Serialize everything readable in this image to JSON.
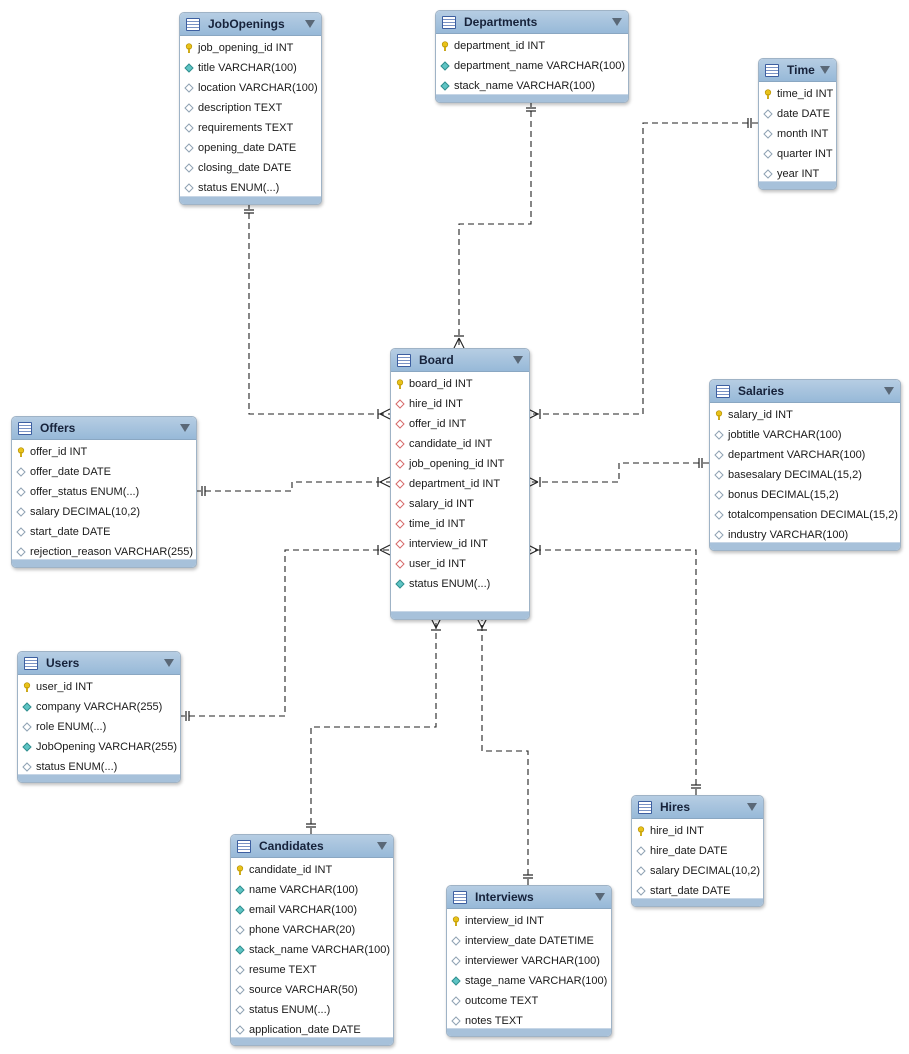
{
  "tables": [
    {
      "id": "jobopenings",
      "title": "JobOpenings",
      "columns": [
        {
          "name": "job_opening_id INT",
          "kind": "pk"
        },
        {
          "name": "title VARCHAR(100)",
          "kind": "nn"
        },
        {
          "name": "location VARCHAR(100)",
          "kind": "col"
        },
        {
          "name": "description TEXT",
          "kind": "col"
        },
        {
          "name": "requirements TEXT",
          "kind": "col"
        },
        {
          "name": "opening_date DATE",
          "kind": "col"
        },
        {
          "name": "closing_date DATE",
          "kind": "col"
        },
        {
          "name": "status ENUM(...)",
          "kind": "col"
        }
      ]
    },
    {
      "id": "departments",
      "title": "Departments",
      "columns": [
        {
          "name": "department_id INT",
          "kind": "pk"
        },
        {
          "name": "department_name VARCHAR(100)",
          "kind": "nn"
        },
        {
          "name": "stack_name VARCHAR(100)",
          "kind": "nn"
        }
      ]
    },
    {
      "id": "time",
      "title": "Time",
      "columns": [
        {
          "name": "time_id INT",
          "kind": "pk"
        },
        {
          "name": "date DATE",
          "kind": "col"
        },
        {
          "name": "month INT",
          "kind": "col"
        },
        {
          "name": "quarter INT",
          "kind": "col"
        },
        {
          "name": "year INT",
          "kind": "col"
        }
      ]
    },
    {
      "id": "board",
      "title": "Board",
      "columns": [
        {
          "name": "board_id INT",
          "kind": "pk"
        },
        {
          "name": "hire_id INT",
          "kind": "fk"
        },
        {
          "name": "offer_id INT",
          "kind": "fk"
        },
        {
          "name": "candidate_id INT",
          "kind": "fk"
        },
        {
          "name": "job_opening_id INT",
          "kind": "fk"
        },
        {
          "name": "department_id INT",
          "kind": "fk"
        },
        {
          "name": "salary_id INT",
          "kind": "fk"
        },
        {
          "name": "time_id INT",
          "kind": "fk"
        },
        {
          "name": "interview_id INT",
          "kind": "fk"
        },
        {
          "name": "user_id INT",
          "kind": "fk"
        },
        {
          "name": "status ENUM(...)",
          "kind": "nn"
        }
      ]
    },
    {
      "id": "offers",
      "title": "Offers",
      "columns": [
        {
          "name": "offer_id INT",
          "kind": "pk"
        },
        {
          "name": "offer_date DATE",
          "kind": "col"
        },
        {
          "name": "offer_status ENUM(...)",
          "kind": "col"
        },
        {
          "name": "salary DECIMAL(10,2)",
          "kind": "col"
        },
        {
          "name": "start_date DATE",
          "kind": "col"
        },
        {
          "name": "rejection_reason VARCHAR(255)",
          "kind": "col"
        }
      ]
    },
    {
      "id": "salaries",
      "title": "Salaries",
      "columns": [
        {
          "name": "salary_id INT",
          "kind": "pk"
        },
        {
          "name": "jobtitle VARCHAR(100)",
          "kind": "col"
        },
        {
          "name": "department VARCHAR(100)",
          "kind": "col"
        },
        {
          "name": "basesalary DECIMAL(15,2)",
          "kind": "col"
        },
        {
          "name": "bonus DECIMAL(15,2)",
          "kind": "col"
        },
        {
          "name": "totalcompensation DECIMAL(15,2)",
          "kind": "col"
        },
        {
          "name": "industry VARCHAR(100)",
          "kind": "col"
        }
      ]
    },
    {
      "id": "users",
      "title": "Users",
      "columns": [
        {
          "name": "user_id INT",
          "kind": "pk"
        },
        {
          "name": "company VARCHAR(255)",
          "kind": "nn"
        },
        {
          "name": "role ENUM(...)",
          "kind": "col"
        },
        {
          "name": "JobOpening VARCHAR(255)",
          "kind": "nn"
        },
        {
          "name": "status ENUM(...)",
          "kind": "col"
        }
      ]
    },
    {
      "id": "candidates",
      "title": "Candidates",
      "columns": [
        {
          "name": "candidate_id INT",
          "kind": "pk"
        },
        {
          "name": "name VARCHAR(100)",
          "kind": "nn"
        },
        {
          "name": "email VARCHAR(100)",
          "kind": "nn"
        },
        {
          "name": "phone VARCHAR(20)",
          "kind": "col"
        },
        {
          "name": "stack_name VARCHAR(100)",
          "kind": "nn"
        },
        {
          "name": "resume TEXT",
          "kind": "col"
        },
        {
          "name": "source VARCHAR(50)",
          "kind": "col"
        },
        {
          "name": "status ENUM(...)",
          "kind": "col"
        },
        {
          "name": "application_date DATE",
          "kind": "col"
        }
      ]
    },
    {
      "id": "interviews",
      "title": "Interviews",
      "columns": [
        {
          "name": "interview_id INT",
          "kind": "pk"
        },
        {
          "name": "interview_date DATETIME",
          "kind": "col"
        },
        {
          "name": "interviewer VARCHAR(100)",
          "kind": "col"
        },
        {
          "name": "stage_name VARCHAR(100)",
          "kind": "nn"
        },
        {
          "name": "outcome TEXT",
          "kind": "col"
        },
        {
          "name": "notes TEXT",
          "kind": "col"
        }
      ]
    },
    {
      "id": "hires",
      "title": "Hires",
      "columns": [
        {
          "name": "hire_id INT",
          "kind": "pk"
        },
        {
          "name": "hire_date DATE",
          "kind": "col"
        },
        {
          "name": "salary DECIMAL(10,2)",
          "kind": "col"
        },
        {
          "name": "start_date DATE",
          "kind": "col"
        }
      ]
    }
  ],
  "relationships": [
    {
      "from": "jobopenings",
      "to": "board",
      "from_card": "one-and-only-one",
      "to_card": "one-or-many"
    },
    {
      "from": "departments",
      "to": "board",
      "from_card": "one-and-only-one",
      "to_card": "one-or-many"
    },
    {
      "from": "time",
      "to": "board",
      "from_card": "one-and-only-one",
      "to_card": "one-or-many"
    },
    {
      "from": "offers",
      "to": "board",
      "from_card": "one-and-only-one",
      "to_card": "one-or-many"
    },
    {
      "from": "salaries",
      "to": "board",
      "from_card": "one-and-only-one",
      "to_card": "one-or-many"
    },
    {
      "from": "users",
      "to": "board",
      "from_card": "one-and-only-one",
      "to_card": "one-or-many"
    },
    {
      "from": "hires",
      "to": "board",
      "from_card": "one-and-only-one",
      "to_card": "one-or-many"
    },
    {
      "from": "candidates",
      "to": "board",
      "from_card": "one-and-only-one",
      "to_card": "one-or-many"
    },
    {
      "from": "interviews",
      "to": "board",
      "from_card": "one-and-only-one",
      "to_card": "one-or-many"
    }
  ],
  "colors": {
    "header": "#a3c2de",
    "line": "#222222",
    "pk_key": "#e8c21a",
    "nn_diamond": "#5fc4c4",
    "fk_diamond": "#d66a6a",
    "col_diamond": "#8fa2b3"
  }
}
